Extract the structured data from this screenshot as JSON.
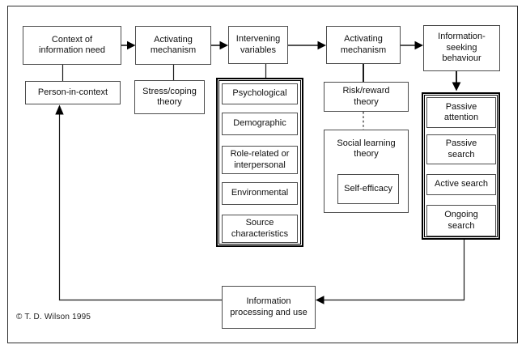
{
  "copyright": "© T. D. Wilson 1995",
  "nodes": {
    "context_of_information_need": "Context of\ninformation need",
    "activating_mechanism_1": "Activating\nmechanism",
    "intervening_variables": "Intervening\nvariables",
    "activating_mechanism_2": "Activating\nmechanism",
    "information_seeking_behaviour": "Information-\nseeking\nbehaviour",
    "person_in_context": "Person-in-context",
    "stress_coping_theory": "Stress/coping\ntheory",
    "risk_reward_theory": "Risk/reward\ntheory",
    "social_learning_theory": "Social learning\ntheory",
    "self_efficacy": "Self-efficacy",
    "information_processing_and_use": "Information\nprocessing and use"
  },
  "intervening_variable_items": {
    "psychological": "Psychological",
    "demographic": "Demographic",
    "role_related_or_interpersonal": "Role-related or\ninterpersonal",
    "environmental": "Environmental",
    "source_characteristics": "Source\ncharacteristics"
  },
  "search_mode_items": {
    "passive_attention": "Passive\nattention",
    "passive_search": "Passive\nsearch",
    "active_search": "Active search",
    "ongoing_search": "Ongoing\nsearch"
  },
  "colors": {
    "line": "#1a1a1a",
    "arrowhead": "#000000",
    "box_border": "#4d4d4d",
    "group_border": "#000000",
    "background": "#ffffff",
    "text": "#0f0f0f"
  }
}
